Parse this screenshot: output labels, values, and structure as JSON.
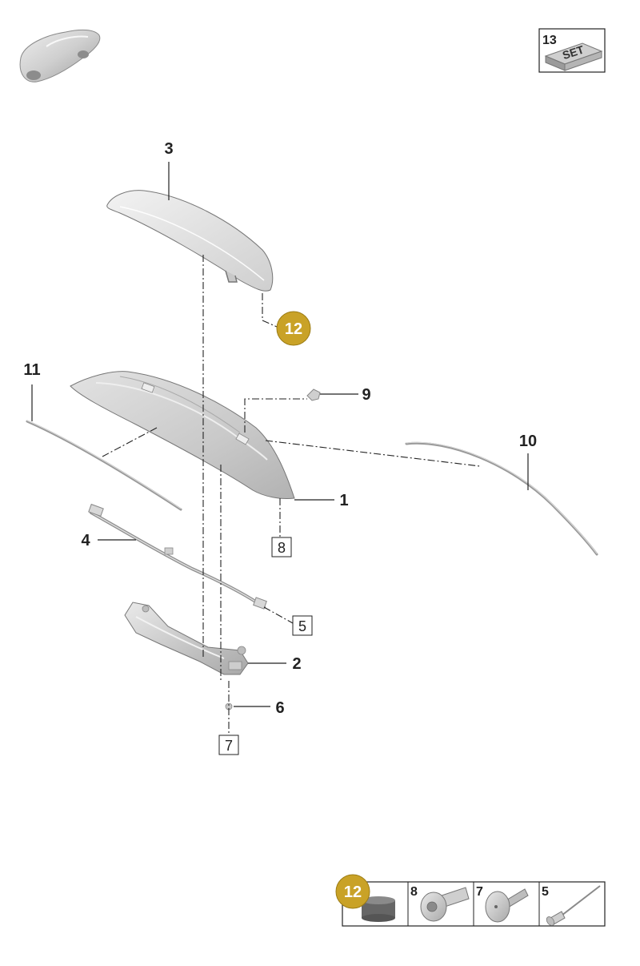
{
  "callouts": {
    "p1": "1",
    "p2": "2",
    "p3": "3",
    "p4": "4",
    "p6": "6",
    "p9": "9",
    "p10": "10",
    "p11": "11",
    "p12": "12"
  },
  "ref_boxes": {
    "b5": "5",
    "b7": "7",
    "b8": "8"
  },
  "set_box": {
    "number": "13",
    "label": "SET"
  },
  "legend": {
    "badge": "12",
    "cells": [
      "8",
      "7",
      "5"
    ]
  },
  "colors": {
    "badge": "#C9A227",
    "part_fill": "#d6d6d6",
    "line": "#222222"
  }
}
